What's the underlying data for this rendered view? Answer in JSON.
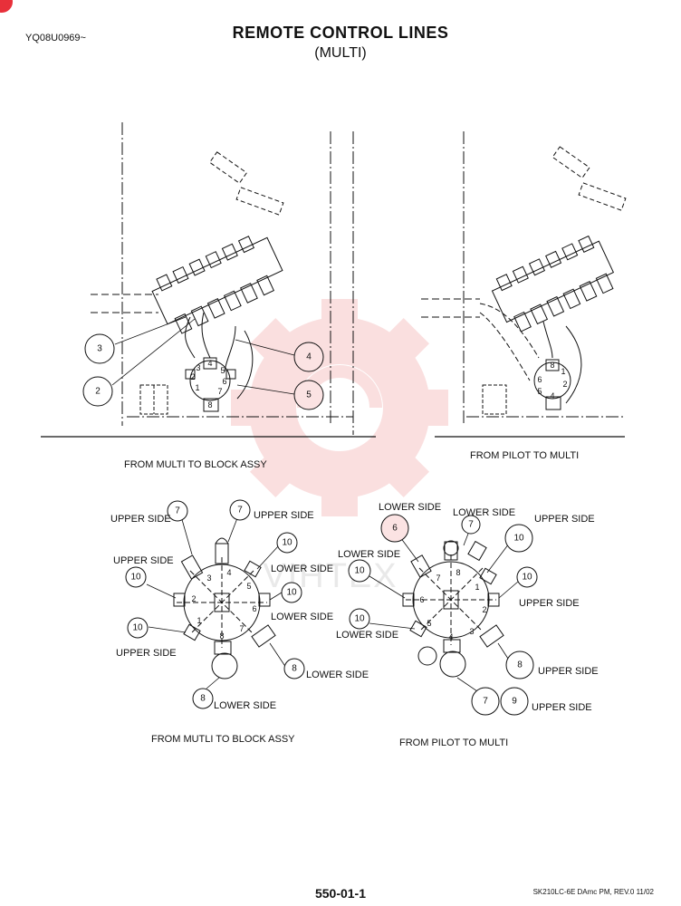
{
  "header": {
    "doc_id": "YQ08U0969~",
    "title": "REMOTE CONTROL LINES",
    "subtitle": "(MULTI)"
  },
  "captions": {
    "top_left": "FROM MULTI TO BLOCK ASSY",
    "top_right": "FROM PILOT TO MULTI",
    "bottom_left": "FROM MUTLI TO BLOCK ASSY",
    "bottom_right": "FROM PILOT TO MULTI"
  },
  "watermark": "VIHTEX",
  "top_left_callouts": [
    "3",
    "2",
    "4",
    "5"
  ],
  "top_right_port_numbers": [
    "8",
    "1",
    "6",
    "2",
    "5",
    "4"
  ],
  "top_left_port_numbers": [
    "4",
    "3",
    "5",
    "2",
    "6",
    "1",
    "7",
    "8"
  ],
  "left_block": {
    "ports": [
      "1",
      "2",
      "3",
      "4",
      "5",
      "6",
      "7",
      "8"
    ],
    "labels": {
      "upper_side_7a": "UPPER SIDE",
      "upper_side_7b": "UPPER SIDE",
      "upper_side_10a": "UPPER SIDE",
      "lower_side_10a": "LOWER SIDE",
      "lower_side_10b": "LOWER SIDE",
      "upper_side_10b": "UPPER SIDE",
      "lower_side_8a": "LOWER SIDE",
      "lower_side_8b": "LOWER SIDE"
    },
    "callouts": {
      "c7a": "7",
      "c7b": "7",
      "c10a": "10",
      "c10b": "10",
      "c10c": "10",
      "c10d": "10",
      "c8a": "8",
      "c8b": "8"
    }
  },
  "right_block": {
    "ports": [
      "1",
      "2",
      "3",
      "4",
      "5",
      "6",
      "7",
      "8"
    ],
    "labels": {
      "lower_side_6": "LOWER SIDE",
      "lower_side_7": "LOWER SIDE",
      "upper_side_10a": "UPPER SIDE",
      "lower_side_10a": "LOWER SIDE",
      "upper_side_10b": "UPPER SIDE",
      "lower_side_10b": "LOWER SIDE",
      "upper_side_8": "UPPER SIDE",
      "upper_side_79": "UPPER SIDE"
    },
    "callouts": {
      "c6": "6",
      "c7": "7",
      "c10a": "10",
      "c10b": "10",
      "c10c": "10",
      "c10d": "10",
      "c8": "8",
      "c7b": "7",
      "c9": "9"
    }
  },
  "footer": {
    "page_number": "550-01-1",
    "model_ref": "SK210LC-6E DAmc PM, REV.0 11/02"
  },
  "colors": {
    "ink": "#111111",
    "watermark": "#f6c6c6",
    "callout_fill": "#fbe3e3",
    "corner_badge": "#e8303a"
  }
}
